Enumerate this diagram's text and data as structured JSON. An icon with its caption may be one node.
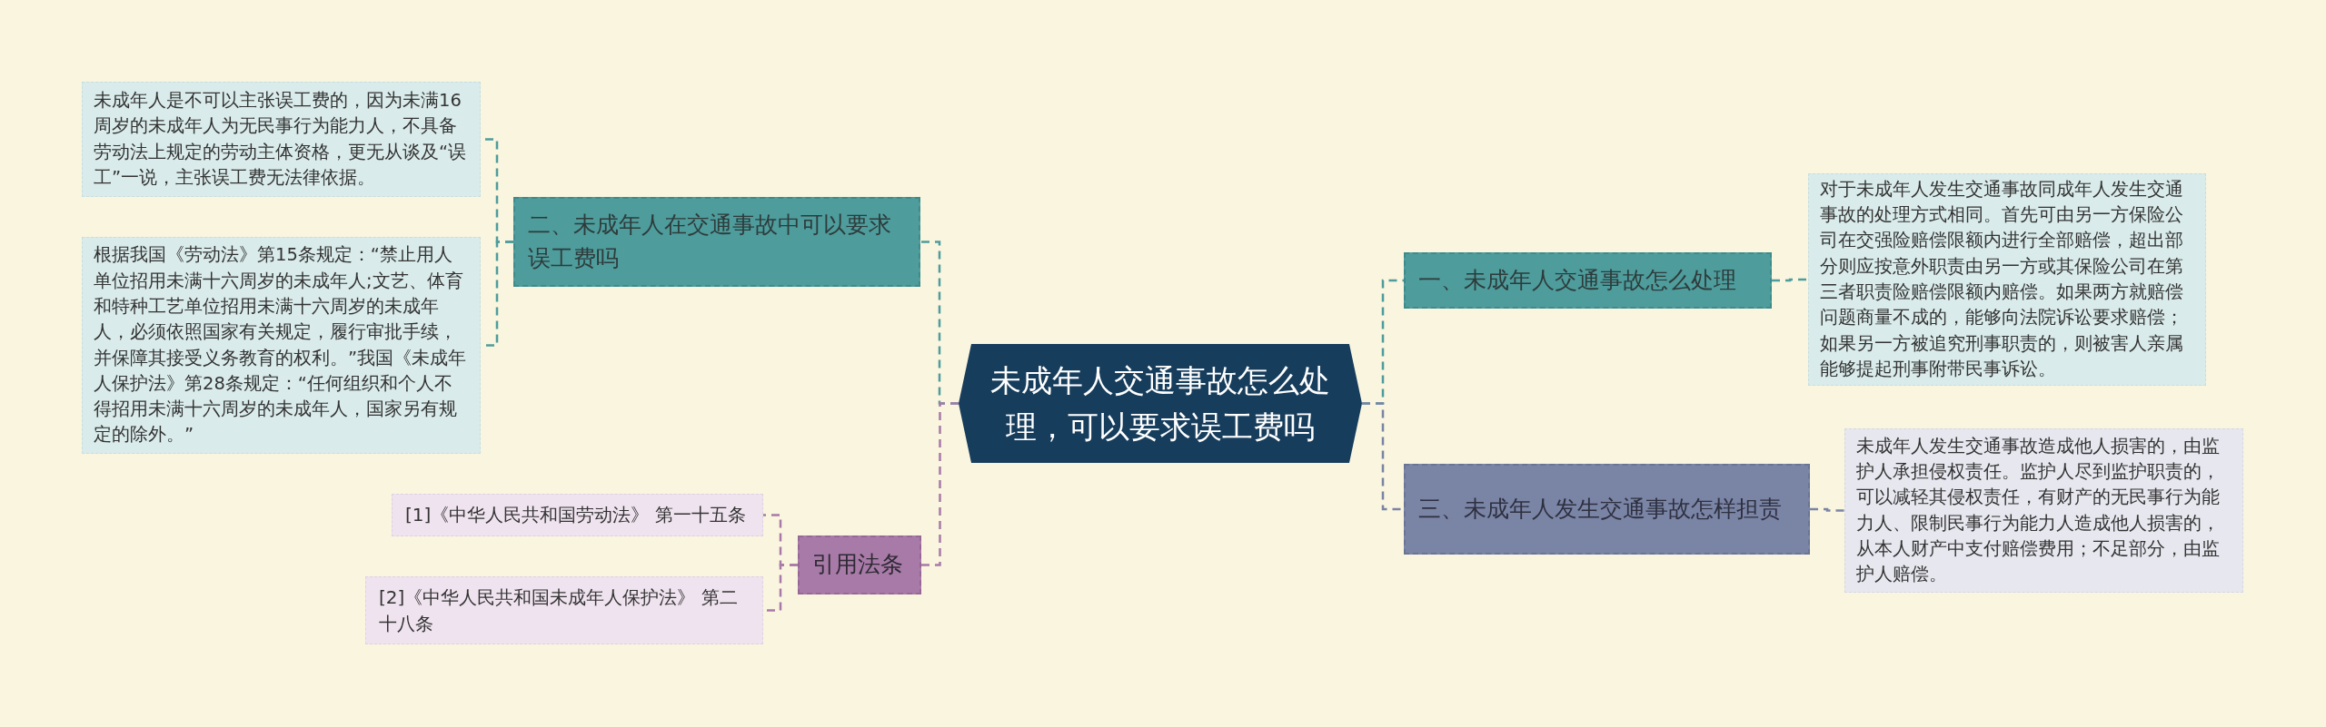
{
  "diagram": {
    "nodes": [
      {
        "text": [
          "未成年人交通事故怎么处理，可以要求误工费吗"
        ]
      },
      {
        "text": [
          "二、未成年人在交通事故中可以要求误工费吗"
        ]
      },
      {
        "text": [
          "未成年人是不可以主张误工费的，因为未满16周岁的未成年人为无民事行为能力人，不具备劳动法上规定的劳动主体资格，更无从谈及“误工”一说，主张误工费无法律依据。"
        ]
      },
      {
        "text": [
          "根据我国《劳动法》第15条规定：“禁止用人单位招用未满十六周岁的未成年人;文艺、体育和特种工艺单位招用未满十六周岁的未成年人，必须依照国家有关规定，履行审批手续，并保障其接受义务教育的权利。”我国《未成年人保护法》第28条规定：“任何组织和个人不得招用未满十六周岁的未成年人，国家另有规定的除外。”"
        ]
      },
      {
        "text": [
          "引用法条"
        ]
      },
      {
        "text": [
          "[1]《中华人民共和国劳动法》 第一十五条"
        ]
      },
      {
        "text": [
          "[2]《中华人民共和国未成年人保护法》 第二十八条"
        ]
      },
      {
        "text": [
          "一、未成年人交通事故怎么处理"
        ]
      },
      {
        "text": [
          "对于未成年人发生交通事故同成年人发生交通事故的处理方式相同。首先可由另一方保险公司在交强险赔偿限额内进行全部赔偿，超出部分则应按意外职责由另一方或其保险公司在第三者职责险赔偿限额内赔偿。如果两方就赔偿问题商量不成的，能够向法院诉讼要求赔偿；如果另一方被追究刑事职责的，则被害人亲属能够提起刑事附带民事诉讼。"
        ]
      },
      {
        "text": [
          "三、未成年人发生交通事故怎样担责"
        ]
      },
      {
        "text": [
          "未成年人发生交通事故造成他人损害的，由监护人承担侵权责任。监护人尽到监护职责的，可以减轻其侵权责任，有财产的无民事行为能力人、限制民事行为能力人造成他人损害的，从本人财产中支付赔偿费用；不足部分，由监护人赔偿。"
        ]
      }
    ],
    "edges": [
      {
        "from": 0,
        "to": 1,
        "arrow": "none"
      },
      {
        "from": 1,
        "to": 2,
        "arrow": "none"
      },
      {
        "from": 1,
        "to": 3,
        "arrow": "none"
      },
      {
        "from": 0,
        "to": 4,
        "arrow": "none",
        "color": "#a87aa8"
      },
      {
        "from": 4,
        "to": 5,
        "arrow": "none",
        "color": "#a87aa8"
      },
      {
        "from": 4,
        "to": 6,
        "arrow": "none",
        "color": "#a87aa8"
      },
      {
        "from": 0,
        "to": 7,
        "arrow": "none"
      },
      {
        "from": 7,
        "to": 8,
        "arrow": "none"
      },
      {
        "from": 0,
        "to": 9,
        "arrow": "none",
        "color": "#7a84a5"
      },
      {
        "from": 9,
        "to": 10,
        "arrow": "none",
        "color": "#7a84a5"
      }
    ]
  }
}
